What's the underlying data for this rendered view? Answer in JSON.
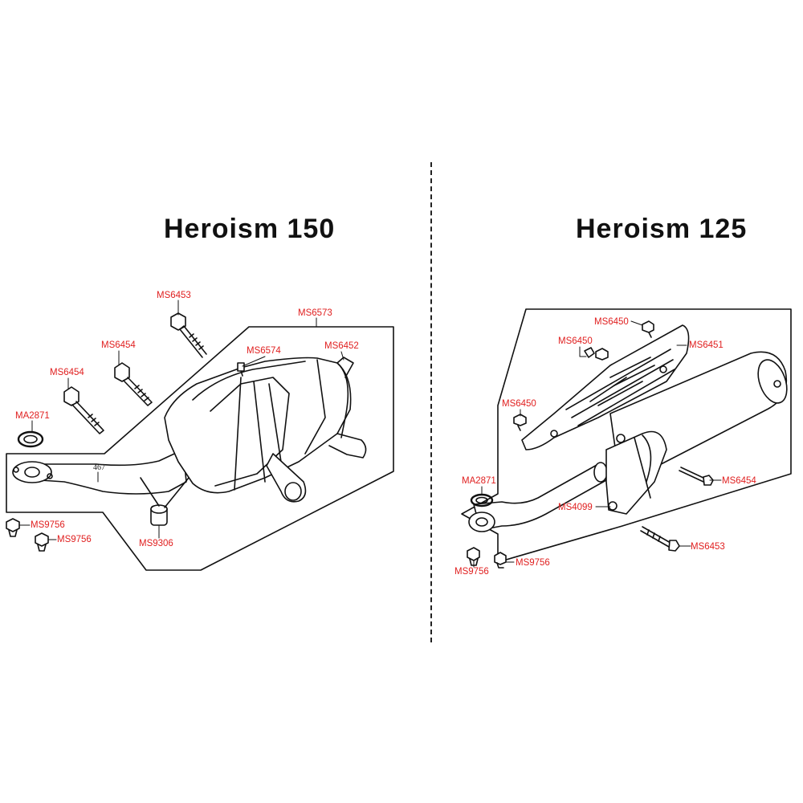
{
  "colors": {
    "label": "#e02020",
    "line": "#111111"
  },
  "left": {
    "title": "Heroism 150",
    "labels": {
      "ms6453": "MS6453",
      "ms6573": "MS6573",
      "ms6454_a": "MS6454",
      "ms6574": "MS6574",
      "ms6452": "MS6452",
      "ms6454_b": "MS6454",
      "ma2871": "MA2871",
      "ms9756_a": "MS9756",
      "ms9756_b": "MS9756",
      "ms9306": "MS9306"
    },
    "drawing_text": "467"
  },
  "right": {
    "title": "Heroism 125",
    "labels": {
      "ms6450_a": "MS6450",
      "ms6450_b": "MS6450",
      "ms6451": "MS6451",
      "ms6450_c": "MS6450",
      "ma2871": "MA2871",
      "ms6454": "MS6454",
      "ms4099": "MS4099",
      "ms6453": "MS6453",
      "ms9756_a": "MS9756",
      "ms9756_b": "MS9756"
    }
  }
}
